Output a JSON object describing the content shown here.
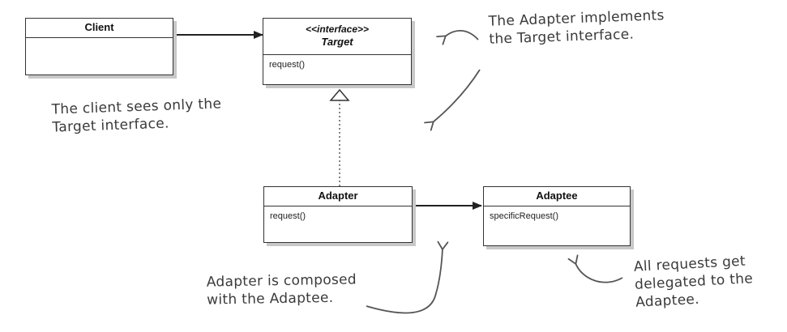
{
  "classes": {
    "client": {
      "name": "Client"
    },
    "target": {
      "stereotype": "<<interface>>",
      "name": "Target",
      "method": "request()"
    },
    "adapter": {
      "name": "Adapter",
      "method": "request()"
    },
    "adaptee": {
      "name": "Adaptee",
      "method": "specificRequest()"
    }
  },
  "notes": {
    "implements": [
      "The Adapter implements",
      "the Target interface."
    ],
    "client_sees": [
      "The client sees only the",
      "Target interface."
    ],
    "composed": [
      "Adapter is composed",
      "with the Adaptee."
    ],
    "delegated": [
      "All requests get",
      "delegated to the",
      "Adaptee."
    ]
  }
}
